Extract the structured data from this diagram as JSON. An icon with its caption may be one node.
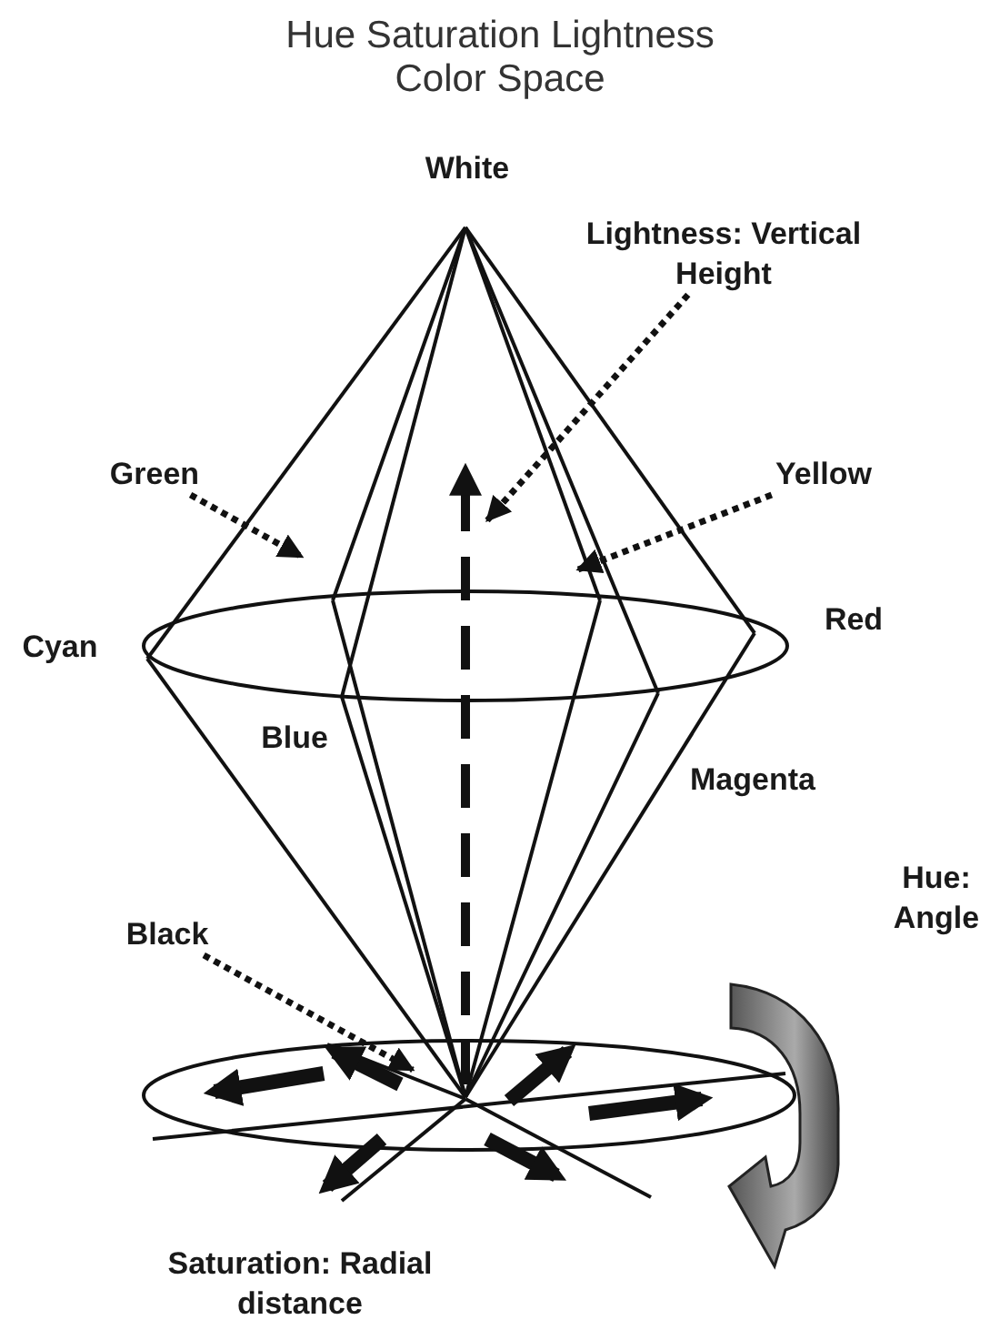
{
  "diagram": {
    "title": "Hue Saturation Lightness Color Space",
    "nodes": [
      {
        "text": [
          "Lightness: Vertical Height"
        ]
      },
      {
        "text": [
          "Green"
        ]
      },
      {
        "text": [
          "Yellow"
        ]
      },
      {
        "text": [
          "Black"
        ]
      }
    ],
    "edges": [
      {
        "from": 0,
        "to": null,
        "arrow": "to",
        "style": "dashed"
      },
      {
        "from": 1,
        "to": null,
        "arrow": "to",
        "style": "dashed"
      },
      {
        "from": 2,
        "to": null,
        "arrow": "to",
        "style": "dashed"
      },
      {
        "from": 3,
        "to": null,
        "arrow": "to",
        "style": "dashed"
      }
    ],
    "labels": [
      "White",
      "Red",
      "Cyan",
      "Blue",
      "Magenta",
      "Hue: Angle",
      "Saturation: Radial distance"
    ]
  }
}
